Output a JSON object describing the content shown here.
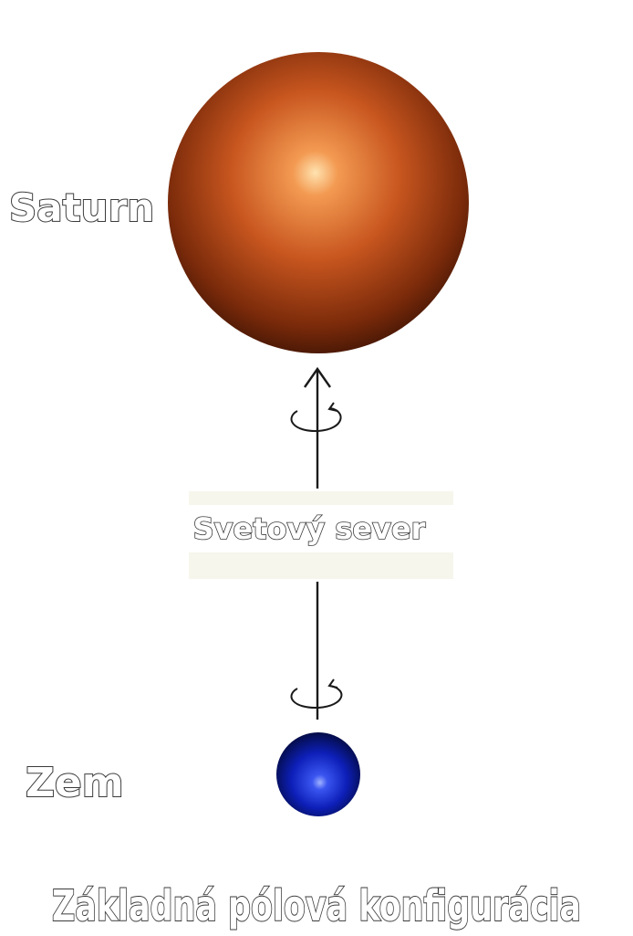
{
  "labels": {
    "saturn": "Saturn",
    "earth": "Zem",
    "world_north": "Svetový sever",
    "caption": "Základná pólová konfigurácia"
  },
  "colors": {
    "saturn_highlight": "#ffe3b0",
    "saturn_mid": "#c8561f",
    "saturn_edge": "#3a1204",
    "earth_highlight": "#9fb2ff",
    "earth_mid": "#0d1fb8",
    "earth_edge": "#020830",
    "label_band": "#f6f6ec",
    "text_outline": "#3a3a3a"
  },
  "icons": {
    "axis_arrow": "up-arrow-icon",
    "rotation": "counterclockwise-rotation-icon"
  }
}
